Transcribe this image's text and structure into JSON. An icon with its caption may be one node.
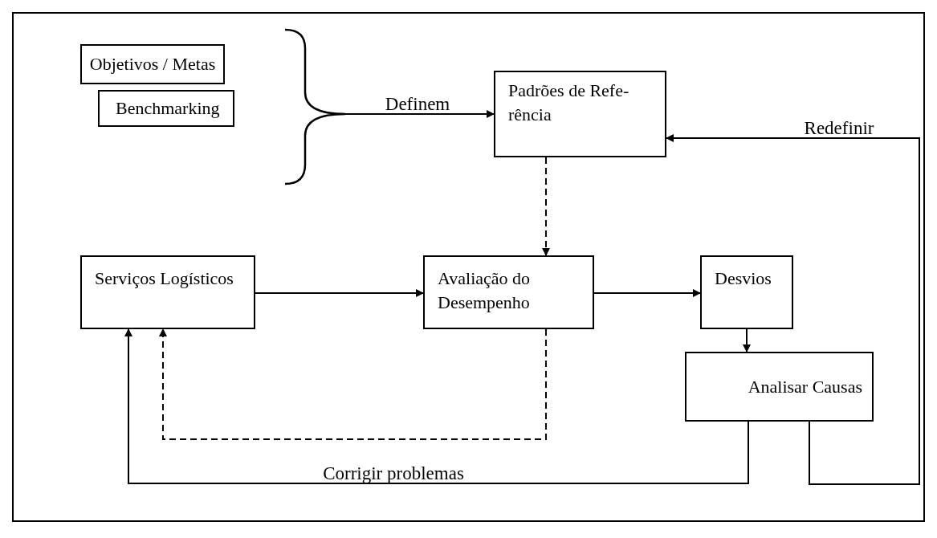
{
  "diagram": {
    "nodes": [
      {
        "text": [
          "Objetivos / Metas"
        ]
      },
      {
        "text": [
          "Benchmarking"
        ]
      },
      {
        "text": [],
        "shape": "bracket"
      },
      {
        "text": [
          "Padrões de Refe- rência"
        ]
      },
      {
        "text": [
          "Serviços Logísticos"
        ]
      },
      {
        "text": [
          "Avaliação do Desempenho"
        ]
      },
      {
        "text": [
          "Desvios"
        ]
      },
      {
        "text": [
          "Analisar Causas"
        ]
      }
    ],
    "edges": [
      {
        "from": 2,
        "to": 3,
        "arrow": "to",
        "label": "Definem"
      },
      {
        "from": 3,
        "to": 5,
        "arrow": "to",
        "style": "dashed"
      },
      {
        "from": 4,
        "to": 5,
        "arrow": "to"
      },
      {
        "from": 5,
        "to": 6,
        "arrow": "to"
      },
      {
        "from": 6,
        "to": 7,
        "arrow": "to"
      },
      {
        "from": 5,
        "to": 4,
        "arrow": "to",
        "style": "dashed"
      },
      {
        "from": 7,
        "to": 4,
        "arrow": "to",
        "label": "Corrigir problemas"
      },
      {
        "from": 7,
        "to": 3,
        "arrow": "to",
        "label": "Redefinir"
      }
    ]
  }
}
